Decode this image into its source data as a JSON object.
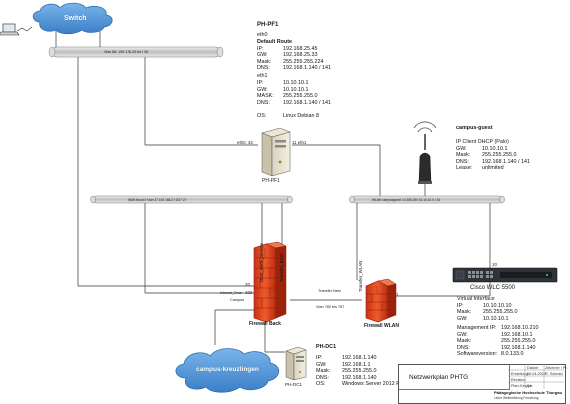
{
  "clouds": {
    "switch": "Switch",
    "campus_kreuzlingen": "campus-kreuzlingen"
  },
  "vlan_top": "Vlan 86: 195.176.29.64 / 26",
  "bar_mid_left": "WAN Bund 4  Vlan 27 192.168.27.0/27 27",
  "bar_mid_right": "WLAN campusguest  10.255.250 10.10.10.0 / 24",
  "ph_pf1": {
    "title": "PH-PF1",
    "eth0_header": "eth0",
    "eth0_route": "Default Route",
    "eth0": [
      {
        "k": "IP:",
        "v": "192.168.25.45"
      },
      {
        "k": "GW:",
        "v": "192.168.25.33"
      },
      {
        "k": "Mask:",
        "v": "255.255.255.224"
      },
      {
        "k": "DNS:",
        "v": "192.168.1.140 / 141"
      }
    ],
    "eth1_header": "eth1",
    "eth1": [
      {
        "k": "IP:",
        "v": "10.10.10.1"
      },
      {
        "k": "GW:",
        "v": "10.10.10.1"
      },
      {
        "k": "MASK:",
        "v": "255.255.255.0"
      },
      {
        "k": "DNS:",
        "v": "192.168.1.140 / 141"
      }
    ],
    "os_key": "OS:",
    "os_val": "Linux Debian 8",
    "device_label": "PH-PF1",
    "port_eth0": "eth0. 42",
    "port_eth1": "11 eth1"
  },
  "campus_guest": {
    "title": "campus-guest",
    "line1": "IP Client DHCP (Palo)",
    "rows": [
      {
        "k": "GW:",
        "v": "10.10.10.1"
      },
      {
        "k": "Mask:",
        "v": "255.255.255.0"
      },
      {
        "k": "DNS:",
        "v": "192.168.1.140 / 141"
      },
      {
        "k": "Lease:",
        "v": "unlimited"
      }
    ]
  },
  "cisco": {
    "label": "Cisco WLC 5500",
    "port": "10"
  },
  "virtual_interface": {
    "title": "Virtual Interface",
    "rows": [
      {
        "k": "IP:",
        "v": "10.10.10.10"
      },
      {
        "k": "Mask:",
        "v": "255.255.255.0"
      },
      {
        "k": "GW:",
        "v": "10.10.10.1"
      }
    ]
  },
  "management_ip": {
    "rows": [
      {
        "k": "Management IP:",
        "v": "192.168.10.210"
      },
      {
        "k": "GW:",
        "v": "192.168.10.1"
      },
      {
        "k": "Mask:",
        "v": "255.255.255.0"
      },
      {
        "k": "DNS:",
        "v": "192.168.1.140"
      },
      {
        "k": "Softwareversion:",
        "v": "8.0.133.0"
      }
    ]
  },
  "firewall_back": {
    "label": "Firewall Back",
    "port_a": "20",
    "port_b": "102",
    "lbl_internet": "Internet_Dmz",
    "lbl_campus": "Campus",
    "lbl_dmz": "DMZ_Back_Dienste",
    "lbl_transfer": "Transfer_Back"
  },
  "firewall_wlan": {
    "label": "Firewall WLAN",
    "port": "1",
    "lbl_transfer_netz": "Transfer Netz",
    "lbl_transfer_wlan": "Transfer_WLAN",
    "lbl_vlan": "Vlan 780 bis 787"
  },
  "ph_dc1": {
    "title": "PH-DC1",
    "rows": [
      {
        "k": "IP:",
        "v": "192.168.1.140"
      },
      {
        "k": "GW:",
        "v": "192.168.1.1"
      },
      {
        "k": "Mask:",
        "v": "255.255.255.0"
      },
      {
        "k": "DNS:",
        "v": "192.168.1.140"
      },
      {
        "k": "OS:",
        "v": "Windows Server 2012 R2"
      }
    ],
    "device_label": "PH-DC1"
  },
  "title_block": {
    "title": "Netzwerkplan PHTG",
    "org": "Pädagogische Hochschule Thurgau",
    "org_sub": "Lehre Weiterbildung Forschung",
    "hdr_datum": "Datum",
    "hdr_name": "Zeichner / Pr.",
    "row1_a": "Erstellung",
    "row1_b": "06.04.2017",
    "row1_c": "R. Schmid",
    "row2_a": "Revision",
    "row3_a": "Plan-Gruppe",
    "row3_b": "01"
  },
  "colors": {
    "cloud": "#4a8fd4",
    "cloud_dark": "#2a6fb0",
    "firewall": "#d8401e",
    "firewall_dark": "#a3260d",
    "bar": "#c8c8c8",
    "line": "#333333"
  }
}
